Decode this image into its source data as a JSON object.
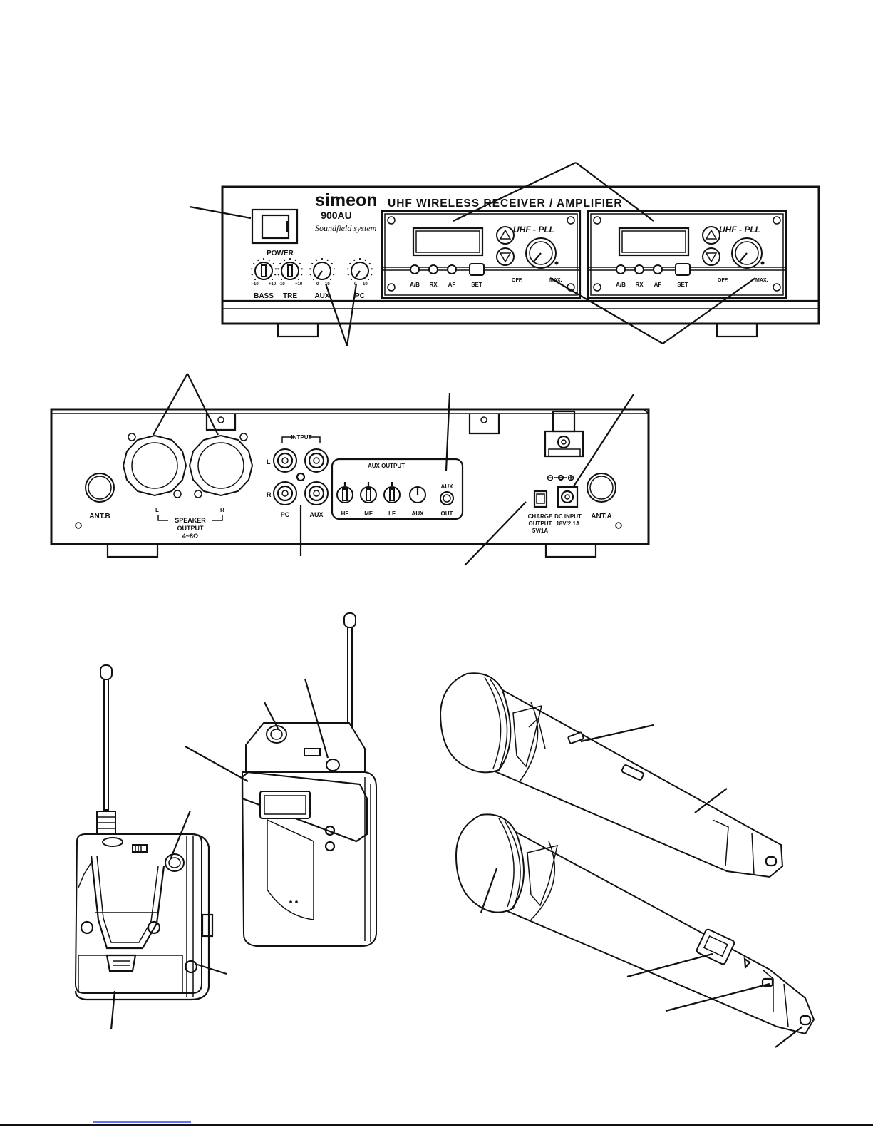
{
  "front_panel": {
    "brand": "simeon",
    "model": "900AU",
    "tagline": "Soundfield system",
    "title": "UHF WIRELESS RECEIVER / AMPLIFIER",
    "power_label": "POWER",
    "knobs": [
      "BASS",
      "TRE",
      "AUX",
      "PC"
    ],
    "scale_min": "-10",
    "scale_max": "+10",
    "scale_zero": "0",
    "scale_ten": "10",
    "receiver_label": "UHF - PLL",
    "indicators": [
      "A/B",
      "RX",
      "AF"
    ],
    "set_label": "SET",
    "vol_off": "OFF.",
    "vol_max": "MAX."
  },
  "rear_panel": {
    "ant_b": "ANT.B",
    "ant_a": "ANT.A",
    "speaker_l": "L",
    "speaker_r": "R",
    "speaker_output": "SPEAKER",
    "speaker_output2": "OUTPUT",
    "speaker_impedance": "4~8Ω",
    "input_label": "INTPUT",
    "input_l": "L",
    "input_r": "R",
    "input_pc": "PC",
    "input_aux": "AUX",
    "aux_output_label": "AUX OUTPUT",
    "aux_knobs": [
      "HF",
      "MF",
      "LF",
      "AUX"
    ],
    "aux_jack_top": "AUX",
    "aux_jack_bottom": "OUT",
    "charge_line1": "CHARGE",
    "charge_line2": "OUTPUT",
    "charge_line3": "5V/1A",
    "dc_line1": "DC INPUT",
    "dc_line2": "18V/2.1A",
    "polarity_neg": "⊖",
    "polarity_pos": "⊕"
  }
}
